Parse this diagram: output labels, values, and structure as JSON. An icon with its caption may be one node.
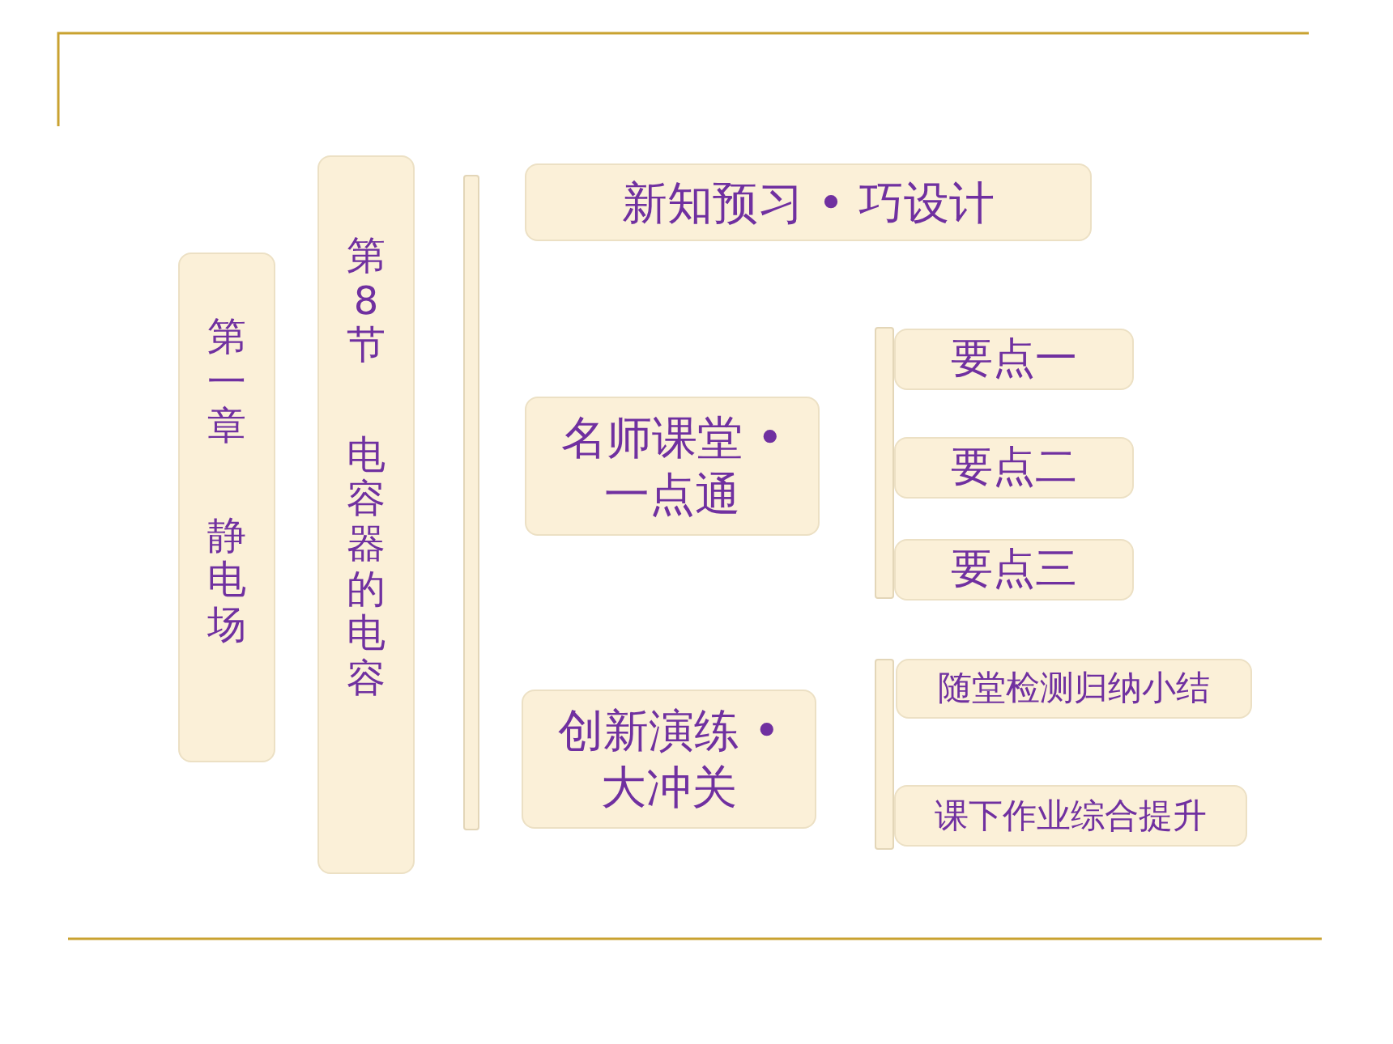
{
  "diagram": {
    "nodes": [
      {
        "text": [
          "第一章",
          "静电场"
        ]
      },
      {
        "text": [
          "第8节",
          "电容器的电容"
        ]
      },
      {
        "text": [],
        "shape": "bar"
      },
      {
        "text": [
          "新知预习 • 巧设计"
        ]
      },
      {
        "text": [
          "名师课堂 • 一点通"
        ]
      },
      {
        "text": [],
        "shape": "bar"
      },
      {
        "text": [
          "要点一"
        ]
      },
      {
        "text": [
          "要点二"
        ]
      },
      {
        "text": [
          "要点三"
        ]
      },
      {
        "text": [
          "创新演练 • 大冲关"
        ]
      },
      {
        "text": [],
        "shape": "bar"
      },
      {
        "text": [
          "随堂检测归纳小结"
        ]
      },
      {
        "text": [
          "课下作业综合提升"
        ]
      }
    ]
  }
}
